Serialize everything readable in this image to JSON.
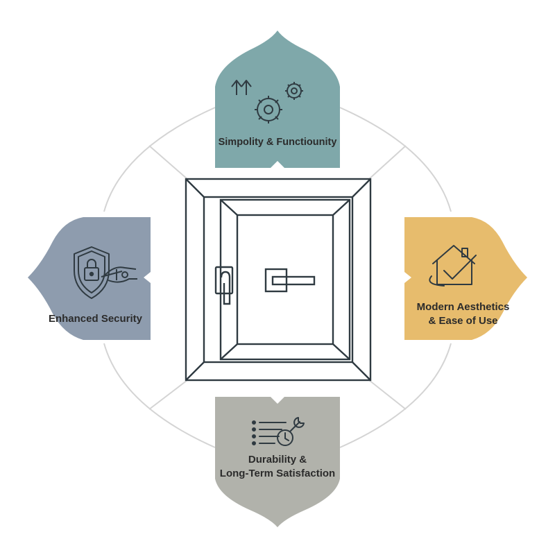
{
  "diagram": {
    "center": {
      "item": "window-with-handle"
    },
    "segments": {
      "top": {
        "label": "Simpolity & Functiounity",
        "icon": "gears-arrow-icon",
        "color": "#7fa8aa"
      },
      "left": {
        "label": "Enhanced Security",
        "icon": "shield-lock-key-icon",
        "color": "#8e9cae"
      },
      "right": {
        "line1": "Modern Aesthetics",
        "line2": "& Ease of Use",
        "icon": "house-check-icon",
        "color": "#e7bc6d"
      },
      "bottom": {
        "line1": "Durability &",
        "line2": "Long-Term Satisfaction",
        "icon": "checklist-wrench-clock-icon",
        "color": "#b1b2ab"
      }
    },
    "connector_color": "#d4d4d4",
    "line_color": "#2f3a41"
  }
}
